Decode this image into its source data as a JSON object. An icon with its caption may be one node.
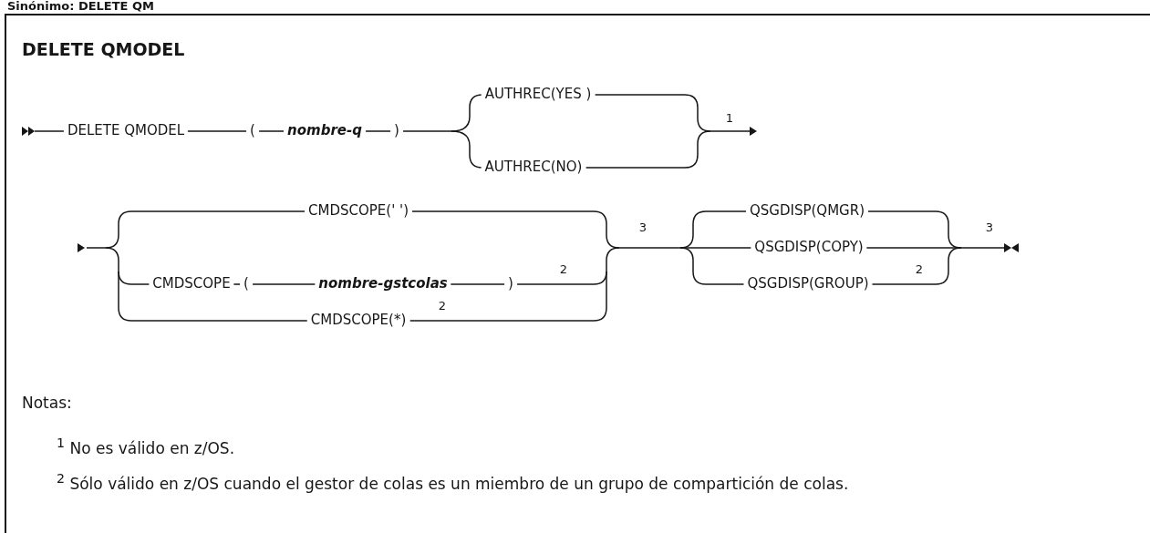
{
  "diagram": {
    "title": "DELETE QMODEL",
    "labels": [
      "Sinónimo: DELETE QM",
      "DELETE QMODEL",
      "(",
      "nombre-q",
      ")",
      "AUTHREC(YES )",
      "1",
      "AUTHREC(NO)",
      "CMDSCOPE(' ')",
      "3",
      "QSGDISP(QMGR)",
      "3",
      "CMDSCOPE",
      "(",
      "nombre-gstcolas",
      ")",
      "2",
      "QSGDISP(COPY)",
      "CMDSCOPE(*)",
      "2",
      "QSGDISP(GROUP)",
      "2",
      "Notas:",
      "$^{1}$ No es válido en z/OS.",
      "$^{2}$ Sólo válido en z/OS cuando el gestor de colas es un miembro de un grupo de compartición de colas."
    ]
  }
}
